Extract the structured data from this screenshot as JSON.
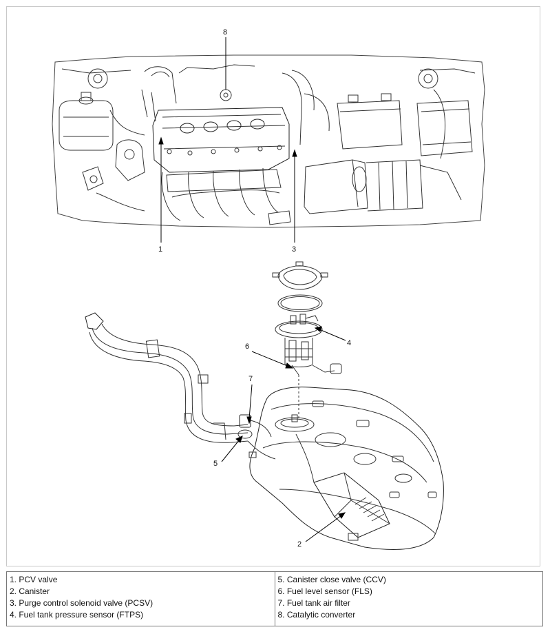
{
  "callouts": {
    "c1": "1",
    "c2": "2",
    "c3": "3",
    "c4": "4",
    "c5": "5",
    "c6": "6",
    "c7": "7",
    "c8": "8"
  },
  "legend": {
    "left": [
      "1. PCV valve",
      "2. Canister",
      "3. Purge control solenoid valve (PCSV)",
      "4. Fuel tank pressure sensor (FTPS)"
    ],
    "right": [
      "5. Canister close valve (CCV)",
      "6. Fuel level sensor (FLS)",
      "7. Fuel tank air filter",
      "8. Catalytic converter"
    ]
  }
}
